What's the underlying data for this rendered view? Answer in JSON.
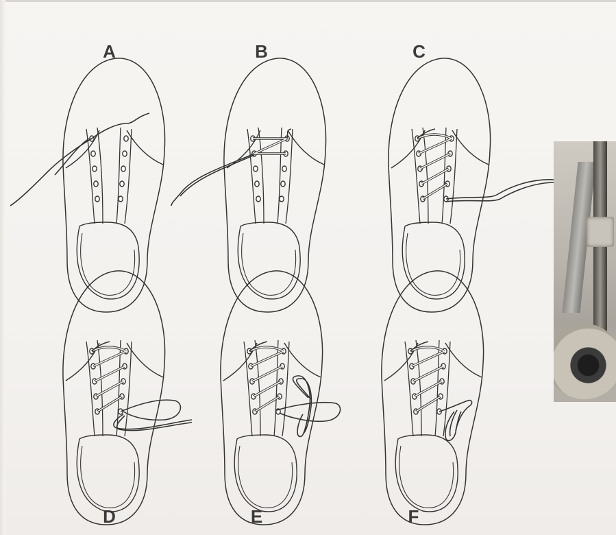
{
  "diagram": {
    "steps": [
      {
        "id": "A",
        "label": "A"
      },
      {
        "id": "B",
        "label": "B"
      },
      {
        "id": "C",
        "label": "C"
      },
      {
        "id": "D",
        "label": "D"
      },
      {
        "id": "E",
        "label": "E"
      },
      {
        "id": "F",
        "label": "F"
      }
    ]
  },
  "colors": {
    "paper": "#f6f4f1",
    "ink": "#3a3a3a"
  }
}
